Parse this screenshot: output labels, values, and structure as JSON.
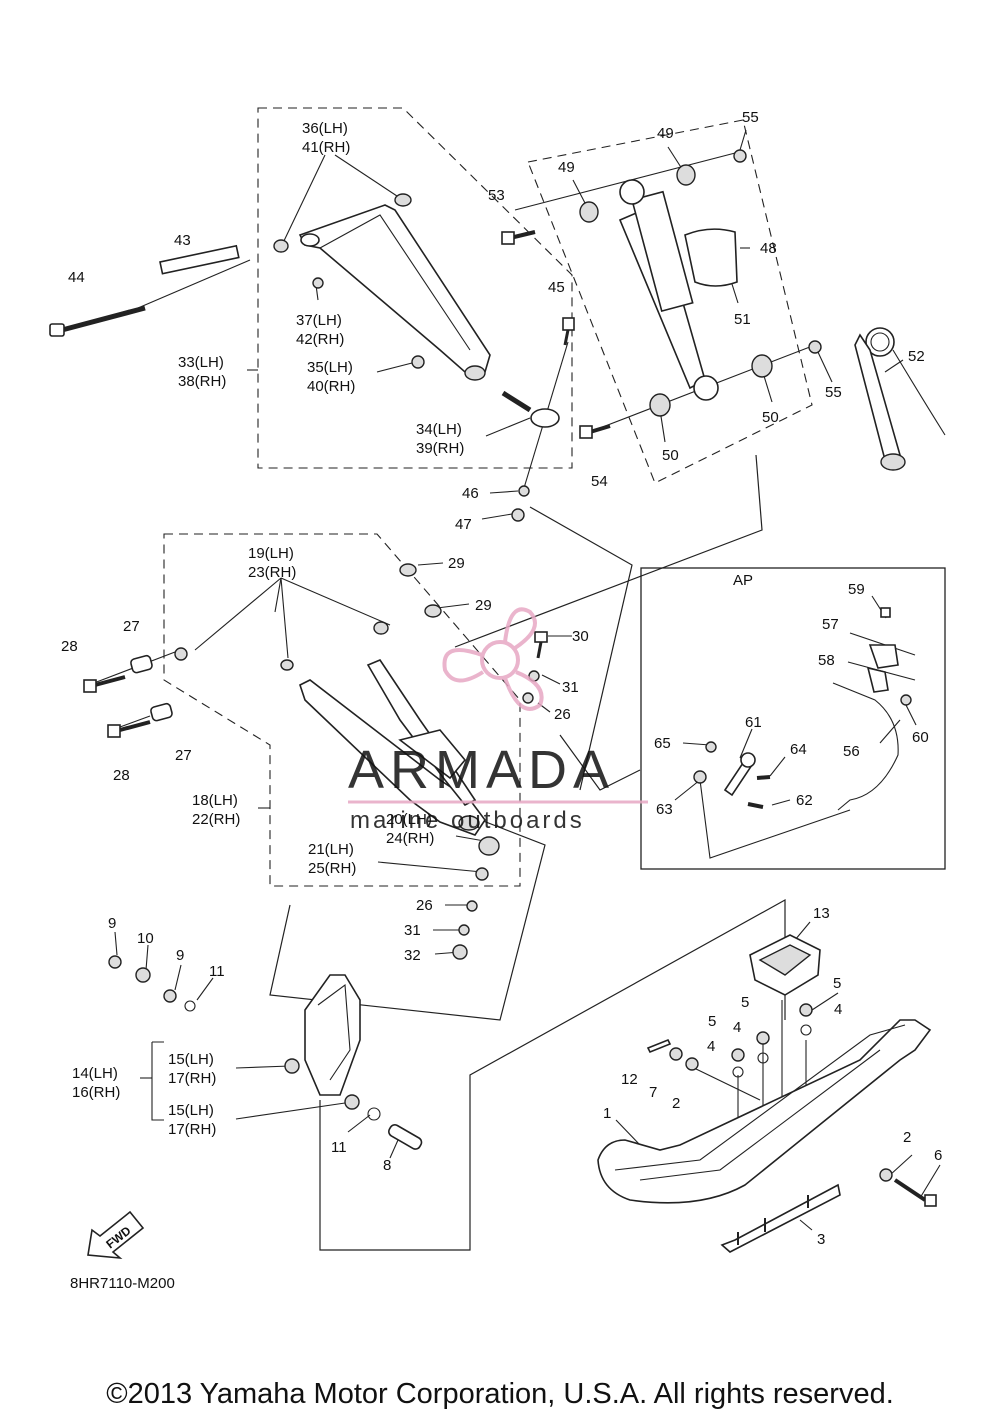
{
  "diagram": {
    "ref_code": "8HR7110-M200",
    "fwd_label": "FWD",
    "inset_label": "AP",
    "callouts": {
      "c1": "1",
      "c2a": "2",
      "c2b": "2",
      "c3": "3",
      "c4a": "4",
      "c4b": "4",
      "c4c": "4",
      "c5a": "5",
      "c5b": "5",
      "c5c": "5",
      "c6": "6",
      "c7": "7",
      "c8": "8",
      "c9a": "9",
      "c9b": "9",
      "c10": "10",
      "c11a": "11",
      "c11b": "11",
      "c12": "12",
      "c13": "13",
      "c14": "14(LH)",
      "c16": "16(RH)",
      "c15a": "15(LH)",
      "c17a": "17(RH)",
      "c15b": "15(LH)",
      "c17b": "17(RH)",
      "c18": "18(LH)",
      "c22": "22(RH)",
      "c19": "19(LH)",
      "c23": "23(RH)",
      "c20": "20(LH)",
      "c24": "24(RH)",
      "c21": "21(LH)",
      "c25": "25(RH)",
      "c26a": "26",
      "c26b": "26",
      "c27a": "27",
      "c27b": "27",
      "c28a": "28",
      "c28b": "28",
      "c29a": "29",
      "c29b": "29",
      "c30": "30",
      "c31a": "31",
      "c31b": "31",
      "c32": "32",
      "c33": "33(LH)",
      "c38": "38(RH)",
      "c34": "34(LH)",
      "c39": "39(RH)",
      "c35": "35(LH)",
      "c40": "40(RH)",
      "c36": "36(LH)",
      "c41": "41(RH)",
      "c37": "37(LH)",
      "c42": "42(RH)",
      "c43": "43",
      "c44": "44",
      "c45": "45",
      "c46": "46",
      "c47": "47",
      "c48": "48",
      "c49a": "49",
      "c49b": "49",
      "c50a": "50",
      "c50b": "50",
      "c51": "51",
      "c52": "52",
      "c53": "53",
      "c54": "54",
      "c55a": "55",
      "c55b": "55",
      "c56": "56",
      "c57": "57",
      "c58": "58",
      "c59": "59",
      "c60": "60",
      "c61": "61",
      "c62": "62",
      "c63": "63",
      "c64": "64",
      "c65": "65"
    }
  },
  "watermark": {
    "brand": "ARMADA",
    "tagline": "marine outboards"
  },
  "copyright": "©2013 Yamaha Motor Corporation, U.S.A. All rights reserved."
}
